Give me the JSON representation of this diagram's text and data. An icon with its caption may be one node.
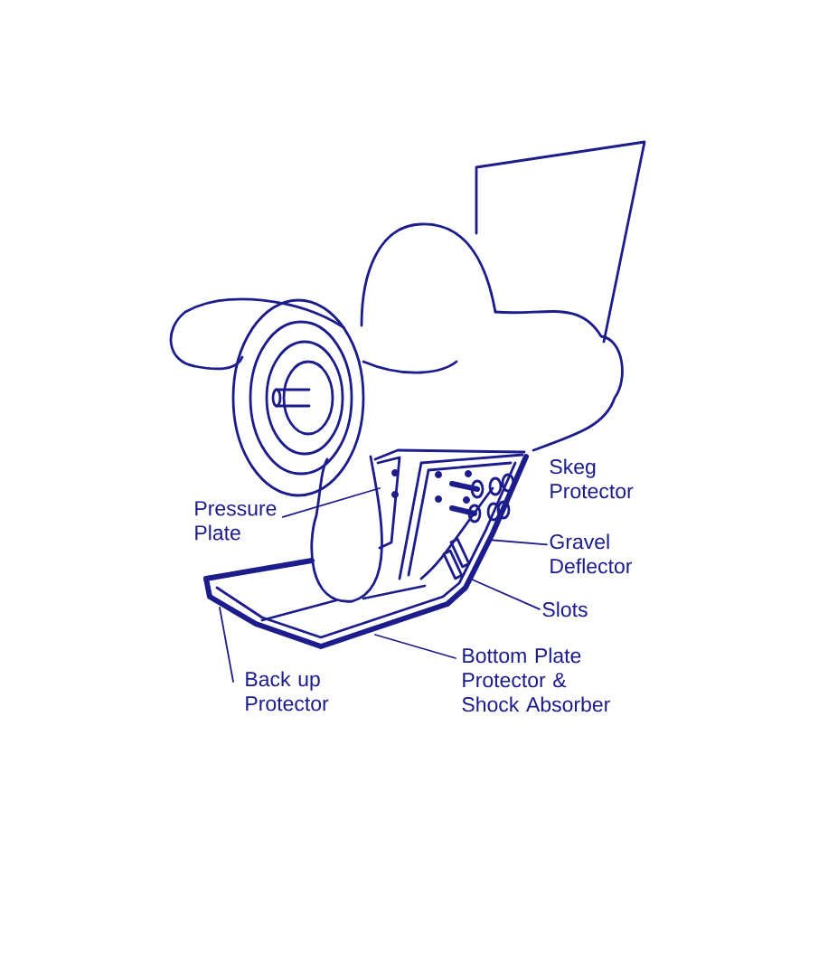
{
  "diagram": {
    "nodes": [
      {
        "text": [
          "Pressure Plate"
        ]
      },
      {
        "text": [
          "Gravel Deflector"
        ]
      },
      {
        "text": [
          "Slots"
        ]
      },
      {
        "text": [
          "Bottom Plate Protector & Shock Absorber"
        ]
      },
      {
        "text": [
          "Back up Protector"
        ]
      }
    ],
    "edges": [
      {
        "from": 0,
        "to": null,
        "arrow": "none"
      },
      {
        "from": 1,
        "to": null,
        "arrow": "none"
      },
      {
        "from": 2,
        "to": null,
        "arrow": "none"
      },
      {
        "from": 3,
        "to": null,
        "arrow": "none"
      },
      {
        "from": 4,
        "to": null,
        "arrow": "none"
      }
    ],
    "labels": [
      "Skeg Protector"
    ]
  }
}
